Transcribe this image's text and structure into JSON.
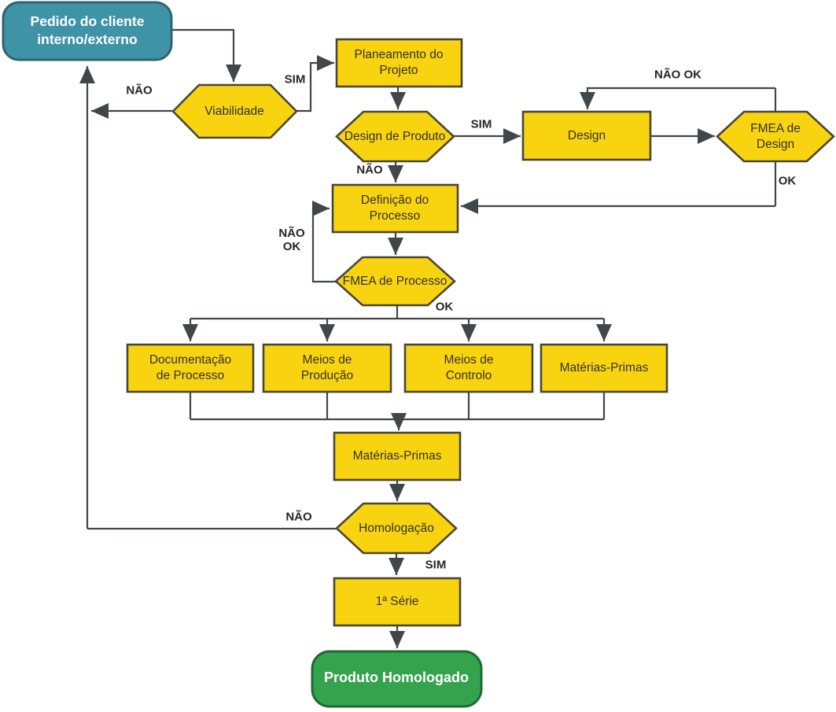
{
  "diagram": {
    "language": "pt",
    "colors": {
      "background": "#FFFFFF",
      "process_fill": "#F8D410",
      "process_border": "#4A4636",
      "process_text": "#33312A",
      "start_fill": "#3F93A7",
      "start_border": "#2F6373",
      "end_fill": "#35A24E",
      "end_border": "#1F6B33",
      "line": "#3F474B",
      "label_text": "#262626"
    },
    "nodes": [
      {
        "id": "pedido_cliente",
        "shape": "rounded",
        "label": "Pedido do cliente\ninterno/externo"
      },
      {
        "id": "viabilidade",
        "shape": "hexagon",
        "label": "Viabilidade"
      },
      {
        "id": "planeamento_projeto",
        "shape": "rect",
        "label": "Planeamento do\nProjeto"
      },
      {
        "id": "design_produto",
        "shape": "hexagon",
        "label": "Design de Produto"
      },
      {
        "id": "design",
        "shape": "rect",
        "label": "Design"
      },
      {
        "id": "fmea_design",
        "shape": "hexagon",
        "label": "FMEA de Design"
      },
      {
        "id": "definicao_processo",
        "shape": "rect",
        "label": "Definição do\nProcesso"
      },
      {
        "id": "fmea_processo",
        "shape": "hexagon",
        "label": "FMEA de Processo"
      },
      {
        "id": "documentacao_processo",
        "shape": "rect",
        "label": "Documentação\nde Processo"
      },
      {
        "id": "meios_producao",
        "shape": "rect",
        "label": "Meios de\nProdução"
      },
      {
        "id": "meios_controlo",
        "shape": "rect",
        "label": "Meios de\nControlo"
      },
      {
        "id": "materias_primas_recursos",
        "shape": "rect",
        "label": "Matérias-Primas"
      },
      {
        "id": "materias_primas",
        "shape": "rect",
        "label": "Matérias-Primas"
      },
      {
        "id": "homologacao",
        "shape": "hexagon",
        "label": "Homologação"
      },
      {
        "id": "primeira_serie",
        "shape": "rect",
        "label": "1ª Série"
      },
      {
        "id": "produto_homologado",
        "shape": "rounded",
        "label": "Produto Homologado"
      }
    ],
    "edge_labels": [
      {
        "id": "nao_viabilidade",
        "text": "NÃO"
      },
      {
        "id": "sim_viabilidade",
        "text": "SIM"
      },
      {
        "id": "sim_design_produto",
        "text": "SIM"
      },
      {
        "id": "nao_design_produto",
        "text": "NÃO"
      },
      {
        "id": "nao_ok_fmea_design",
        "text": "NÃO OK"
      },
      {
        "id": "ok_fmea_design",
        "text": "OK"
      },
      {
        "id": "nao_ok_fmea_processo",
        "text": "NÃO\nOK"
      },
      {
        "id": "ok_fmea_processo",
        "text": "OK"
      },
      {
        "id": "nao_homologacao",
        "text": "NÃO"
      },
      {
        "id": "sim_homologacao",
        "text": "SIM"
      }
    ],
    "edges": [
      {
        "from": "pedido_cliente",
        "to": "viabilidade",
        "label": ""
      },
      {
        "from": "viabilidade",
        "to": "pedido_cliente",
        "label": "NÃO"
      },
      {
        "from": "viabilidade",
        "to": "planeamento_projeto",
        "label": "SIM"
      },
      {
        "from": "planeamento_projeto",
        "to": "design_produto",
        "label": ""
      },
      {
        "from": "design_produto",
        "to": "design",
        "label": "SIM"
      },
      {
        "from": "design_produto",
        "to": "definicao_processo",
        "label": "NÃO"
      },
      {
        "from": "design",
        "to": "fmea_design",
        "label": ""
      },
      {
        "from": "fmea_design",
        "to": "design",
        "label": "NÃO OK"
      },
      {
        "from": "fmea_design",
        "to": "definicao_processo",
        "label": "OK"
      },
      {
        "from": "definicao_processo",
        "to": "fmea_processo",
        "label": ""
      },
      {
        "from": "fmea_processo",
        "to": "definicao_processo",
        "label": "NÃO OK"
      },
      {
        "from": "fmea_processo",
        "to": "documentacao_processo",
        "label": "OK"
      },
      {
        "from": "fmea_processo",
        "to": "meios_producao",
        "label": "OK"
      },
      {
        "from": "fmea_processo",
        "to": "meios_controlo",
        "label": "OK"
      },
      {
        "from": "fmea_processo",
        "to": "materias_primas_recursos",
        "label": "OK"
      },
      {
        "from": "documentacao_processo",
        "to": "materias_primas",
        "label": ""
      },
      {
        "from": "meios_producao",
        "to": "materias_primas",
        "label": ""
      },
      {
        "from": "meios_controlo",
        "to": "materias_primas",
        "label": ""
      },
      {
        "from": "materias_primas_recursos",
        "to": "materias_primas",
        "label": ""
      },
      {
        "from": "materias_primas",
        "to": "homologacao",
        "label": ""
      },
      {
        "from": "homologacao",
        "to": "pedido_cliente",
        "label": "NÃO"
      },
      {
        "from": "homologacao",
        "to": "primeira_serie",
        "label": "SIM"
      },
      {
        "from": "primeira_serie",
        "to": "produto_homologado",
        "label": ""
      }
    ]
  }
}
